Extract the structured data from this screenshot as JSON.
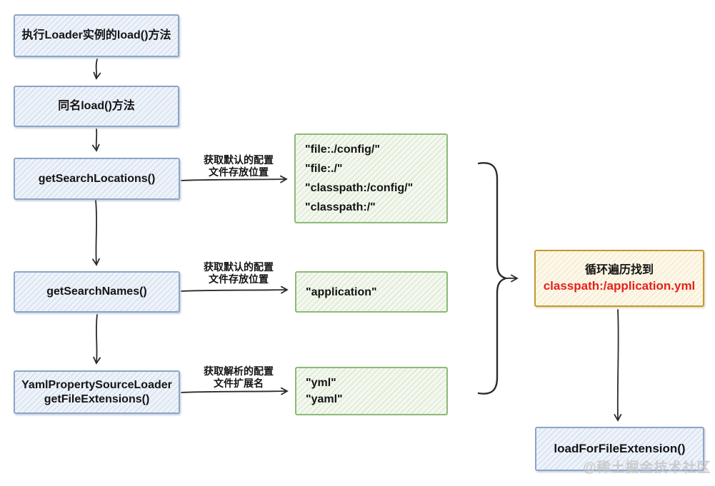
{
  "nodes": {
    "exec_load": "执行Loader实例的load()方法",
    "same_name_load": "同名load()方法",
    "get_search_locations": "getSearchLocations()",
    "get_search_names": "getSearchNames()",
    "yaml_loader_line1": "YamlPropertySourceLoader",
    "yaml_loader_line2": "getFileExtensions()",
    "load_for_file_extension": "loadForFileExtension()"
  },
  "results": {
    "locations": [
      "\"file:./config/\"",
      "\"file:./\"",
      "\"classpath:/config/\"",
      "\"classpath:/\""
    ],
    "names": [
      "\"application\""
    ],
    "extensions": [
      "\"yml\"",
      "\"yaml\""
    ]
  },
  "edge_labels": {
    "locations_line1": "获取默认的配置",
    "locations_line2": "文件存放位置",
    "names_line1": "获取默认的配置",
    "names_line2": "文件存放位置",
    "extensions_line1": "获取解析的配置",
    "extensions_line2": "文件扩展名"
  },
  "result_box": {
    "line1": "循环遍历找到",
    "line2": "classpath:/application.yml"
  },
  "watermark": "@稀土掘金技术社区",
  "colors": {
    "blue_fill": "#eef3fa",
    "blue_hatch": "#d6e1ef",
    "blue_border": "#8aa5c8",
    "green_fill": "#f4f8f0",
    "green_hatch": "#ddead2",
    "green_border": "#8cba77",
    "orange_fill": "#fdf8ea",
    "orange_hatch": "#f4ecd0",
    "orange_border": "#c3992f",
    "arrow": "#2b2b2b",
    "red_text": "#e8201c",
    "watermark": "#c6c6c6"
  }
}
